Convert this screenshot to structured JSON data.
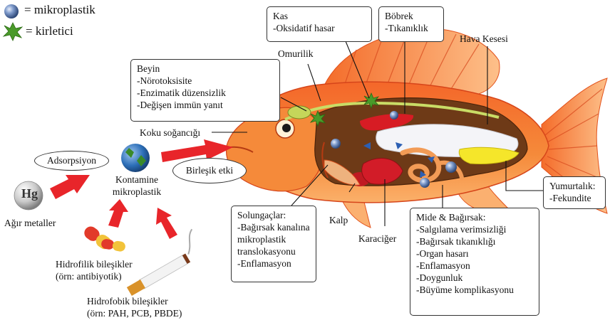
{
  "legend": {
    "microplastic": "= mikroplastik",
    "pollutant": "= kirletici",
    "microplastic_icon": "blue-sphere",
    "pollutant_icon": "green-splat"
  },
  "sources": {
    "adsorption": "Adsorpsiyon",
    "contaminated_line1": "Kontamine",
    "contaminated_line2": "mikroplastik",
    "heavy_metals": "Ağır metaller",
    "hg_symbol": "Hg",
    "hydrophilic_line1": "Hidrofilik bileşikler",
    "hydrophilic_line2": "(örn: antibiyotik)",
    "hydrophobic_line1": "Hidrofobik bileşikler",
    "hydrophobic_line2": "(örn: PAH, PCB, PBDE)",
    "combined_effect": "Birleşik etki"
  },
  "organs": {
    "brain": {
      "title": "Beyin",
      "items": [
        "-Nörotoksisite",
        "-Enzimatik düzensizlik",
        "-Değişen immün yanıt"
      ]
    },
    "muscle": {
      "title": "Kas",
      "items": [
        "-Oksidatif hasar"
      ]
    },
    "kidney": {
      "title": "Böbrek",
      "items": [
        "-Tıkanıklık"
      ]
    },
    "gills": {
      "title": "Solungaçlar:",
      "items": [
        "-Bağırsak kanalına",
        "mikroplastik",
        "translokasyonu",
        "-Enflamasyon"
      ]
    },
    "gut": {
      "title": "Mide & Bağırsak:",
      "items": [
        "-Salgılama verimsizliği",
        "-Bağırsak tıkanıklığı",
        "-Organ hasarı",
        "-Enflamasyon",
        "-Doygunluk",
        "-Büyüme komplikasyonu"
      ]
    },
    "ovary": {
      "title": "Yumurtalık:",
      "items": [
        "-Fekundite"
      ]
    }
  },
  "labels": {
    "spinal_cord": "Omurilik",
    "olfactory_bulb": "Koku soğancığı",
    "swim_bladder": "Hava Kesesi",
    "heart": "Kalp",
    "liver": "Karaciğer"
  },
  "colors": {
    "arrow_red": "#e8252a",
    "fish_orange": "#f47a2a",
    "fish_dark": "#e2521c",
    "fin_light": "#fdb87a",
    "body_cavity": "#6e3a17",
    "organ_red": "#d71c24",
    "intestine": "#f29b56",
    "ovary": "#f5e62a",
    "bladder": "#f4f4f8",
    "microplastic": "#6a86b8",
    "pollutant": "#4a9a2a"
  }
}
